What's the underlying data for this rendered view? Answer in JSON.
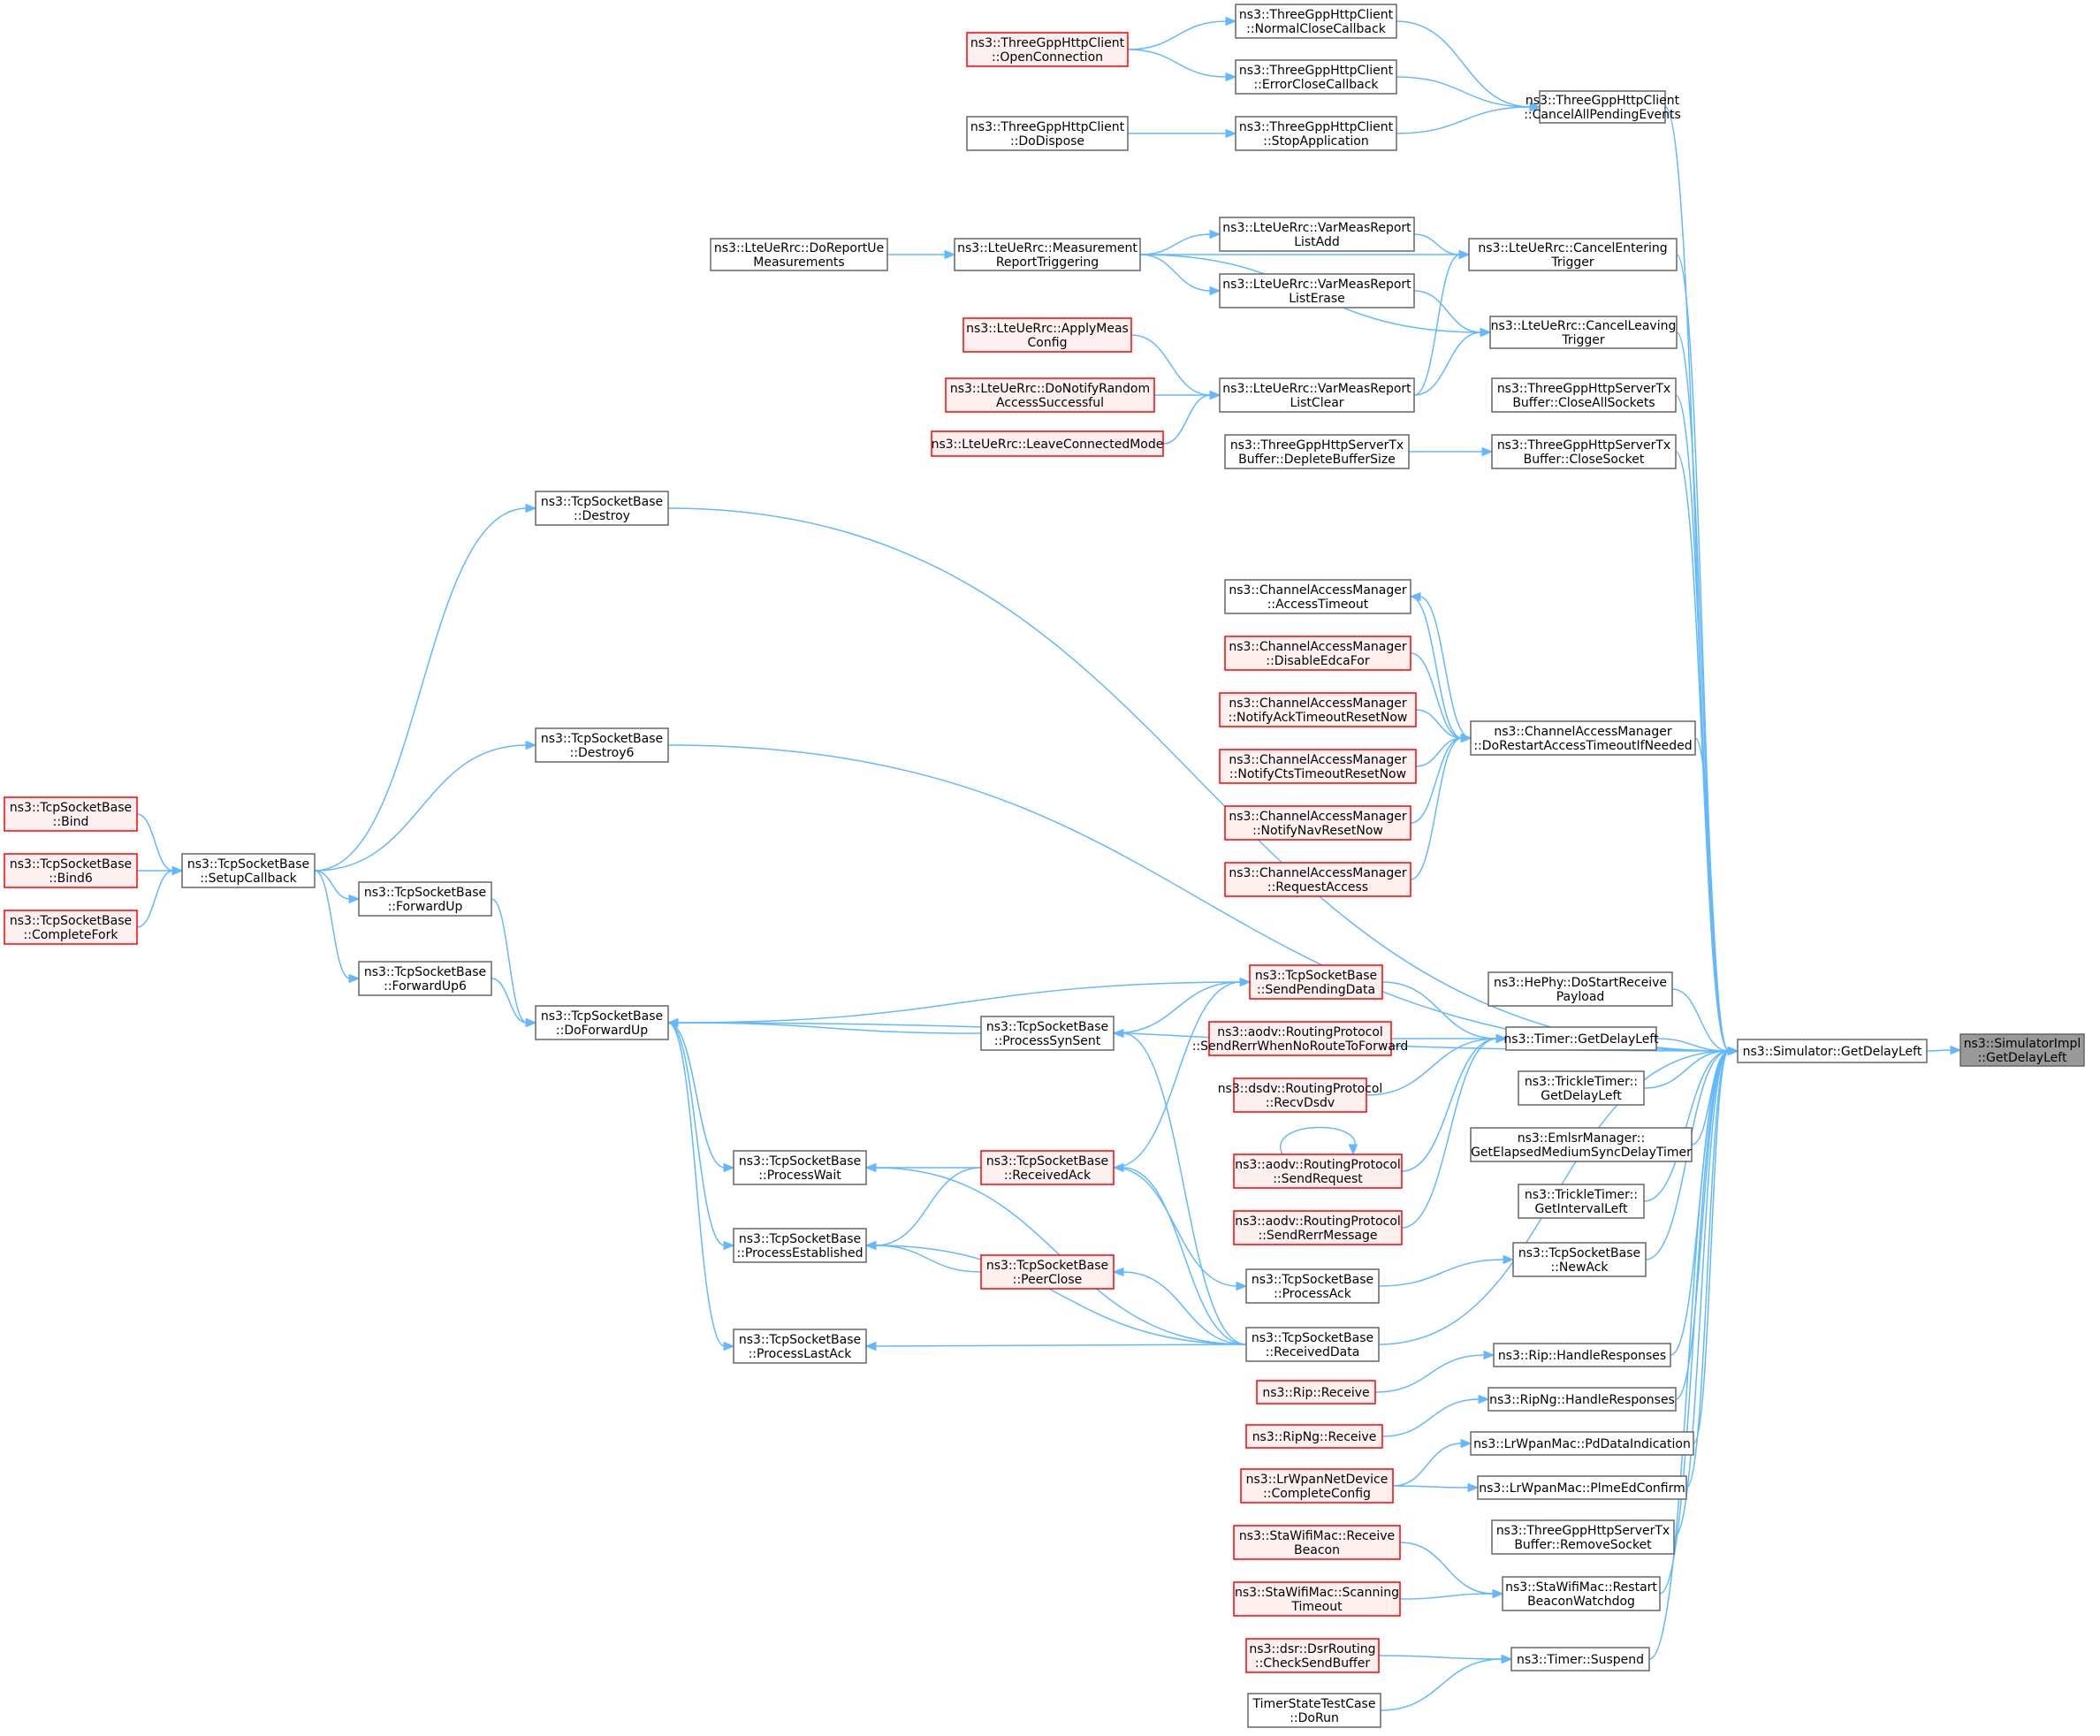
{
  "colors": {
    "edge": "#63b8ff",
    "node_border": "#666666",
    "node_fill": "#ffffff",
    "truncated_border": "#ff0000",
    "truncated_fill": "#fff0f0",
    "root_fill": "#999999"
  },
  "nodes": [
    {
      "id": "root",
      "lines": [
        "ns3::SimulatorImpl",
        "::GetDelayLeft"
      ],
      "style": "root"
    },
    {
      "id": "sim",
      "lines": [
        "ns3::Simulator::GetDelayLeft"
      ],
      "style": "normal"
    },
    {
      "id": "cape",
      "lines": [
        "ns3::ThreeGppHttpClient",
        "::CancelAllPendingEvents"
      ],
      "style": "normal"
    },
    {
      "id": "ncc",
      "lines": [
        "ns3::ThreeGppHttpClient",
        "::NormalCloseCallback"
      ],
      "style": "normal"
    },
    {
      "id": "ecc",
      "lines": [
        "ns3::ThreeGppHttpClient",
        "::ErrorCloseCallback"
      ],
      "style": "normal"
    },
    {
      "id": "sapp",
      "lines": [
        "ns3::ThreeGppHttpClient",
        "::StopApplication"
      ],
      "style": "normal"
    },
    {
      "id": "oconn",
      "lines": [
        "ns3::ThreeGppHttpClient",
        "::OpenConnection"
      ],
      "style": "red"
    },
    {
      "id": "dodisp",
      "lines": [
        "ns3::ThreeGppHttpClient",
        "::DoDispose"
      ],
      "style": "normal"
    },
    {
      "id": "cet",
      "lines": [
        "ns3::LteUeRrc::CancelEntering",
        "Trigger"
      ],
      "style": "normal"
    },
    {
      "id": "clt",
      "lines": [
        "ns3::LteUeRrc::CancelLeaving",
        "Trigger"
      ],
      "style": "normal"
    },
    {
      "id": "vadd",
      "lines": [
        "ns3::LteUeRrc::VarMeasReport",
        "ListAdd"
      ],
      "style": "normal"
    },
    {
      "id": "verase",
      "lines": [
        "ns3::LteUeRrc::VarMeasReport",
        "ListErase"
      ],
      "style": "normal"
    },
    {
      "id": "vclear",
      "lines": [
        "ns3::LteUeRrc::VarMeasReport",
        "ListClear"
      ],
      "style": "normal"
    },
    {
      "id": "mrt",
      "lines": [
        "ns3::LteUeRrc::Measurement",
        "ReportTriggering"
      ],
      "style": "normal"
    },
    {
      "id": "drum",
      "lines": [
        "ns3::LteUeRrc::DoReportUe",
        "Measurements"
      ],
      "style": "normal"
    },
    {
      "id": "amc",
      "lines": [
        "ns3::LteUeRrc::ApplyMeas",
        "Config"
      ],
      "style": "red"
    },
    {
      "id": "dnras",
      "lines": [
        "ns3::LteUeRrc::DoNotifyRandom",
        "AccessSuccessful"
      ],
      "style": "red"
    },
    {
      "id": "lcm",
      "lines": [
        "ns3::LteUeRrc::LeaveConnectedMode"
      ],
      "style": "red"
    },
    {
      "id": "cas",
      "lines": [
        "ns3::ThreeGppHttpServerTx",
        "Buffer::CloseAllSockets"
      ],
      "style": "normal"
    },
    {
      "id": "cs",
      "lines": [
        "ns3::ThreeGppHttpServerTx",
        "Buffer::CloseSocket"
      ],
      "style": "normal"
    },
    {
      "id": "dbs",
      "lines": [
        "ns3::ThreeGppHttpServerTx",
        "Buffer::DepleteBufferSize"
      ],
      "style": "normal"
    },
    {
      "id": "destroy",
      "lines": [
        "ns3::TcpSocketBase",
        "::Destroy"
      ],
      "style": "normal"
    },
    {
      "id": "destroy6",
      "lines": [
        "ns3::TcpSocketBase",
        "::Destroy6"
      ],
      "style": "normal"
    },
    {
      "id": "cam_ato",
      "lines": [
        "ns3::ChannelAccessManager",
        "::AccessTimeout"
      ],
      "style": "normal"
    },
    {
      "id": "cam_def",
      "lines": [
        "ns3::ChannelAccessManager",
        "::DisableEdcaFor"
      ],
      "style": "red"
    },
    {
      "id": "cam_nat",
      "lines": [
        "ns3::ChannelAccessManager",
        "::NotifyAckTimeoutResetNow"
      ],
      "style": "red"
    },
    {
      "id": "cam_nct",
      "lines": [
        "ns3::ChannelAccessManager",
        "::NotifyCtsTimeoutResetNow"
      ],
      "style": "red"
    },
    {
      "id": "cam_nnr",
      "lines": [
        "ns3::ChannelAccessManager",
        "::NotifyNavResetNow"
      ],
      "style": "red"
    },
    {
      "id": "cam_ra",
      "lines": [
        "ns3::ChannelAccessManager",
        "::RequestAccess"
      ],
      "style": "red"
    },
    {
      "id": "cam_drat",
      "lines": [
        "ns3::ChannelAccessManager",
        "::DoRestartAccessTimeoutIfNeeded"
      ],
      "style": "normal"
    },
    {
      "id": "bind",
      "lines": [
        "ns3::TcpSocketBase",
        "::Bind"
      ],
      "style": "red"
    },
    {
      "id": "bind6",
      "lines": [
        "ns3::TcpSocketBase",
        "::Bind6"
      ],
      "style": "red"
    },
    {
      "id": "cfork",
      "lines": [
        "ns3::TcpSocketBase",
        "::CompleteFork"
      ],
      "style": "red"
    },
    {
      "id": "setupcb",
      "lines": [
        "ns3::TcpSocketBase",
        "::SetupCallback"
      ],
      "style": "normal"
    },
    {
      "id": "fwdup",
      "lines": [
        "ns3::TcpSocketBase",
        "::ForwardUp"
      ],
      "style": "normal"
    },
    {
      "id": "fwdup6",
      "lines": [
        "ns3::TcpSocketBase",
        "::ForwardUp6"
      ],
      "style": "normal"
    },
    {
      "id": "dofwdup",
      "lines": [
        "ns3::TcpSocketBase",
        "::DoForwardUp"
      ],
      "style": "normal"
    },
    {
      "id": "spd",
      "lines": [
        "ns3::TcpSocketBase",
        "::SendPendingData"
      ],
      "style": "red"
    },
    {
      "id": "pss",
      "lines": [
        "ns3::TcpSocketBase",
        "::ProcessSynSent"
      ],
      "style": "normal"
    },
    {
      "id": "pwait",
      "lines": [
        "ns3::TcpSocketBase",
        "::ProcessWait"
      ],
      "style": "normal"
    },
    {
      "id": "pest",
      "lines": [
        "ns3::TcpSocketBase",
        "::ProcessEstablished"
      ],
      "style": "normal"
    },
    {
      "id": "plack",
      "lines": [
        "ns3::TcpSocketBase",
        "::ProcessLastAck"
      ],
      "style": "normal"
    },
    {
      "id": "rack",
      "lines": [
        "ns3::TcpSocketBase",
        "::ReceivedAck"
      ],
      "style": "red"
    },
    {
      "id": "pclose",
      "lines": [
        "ns3::TcpSocketBase",
        "::PeerClose"
      ],
      "style": "red"
    },
    {
      "id": "pack",
      "lines": [
        "ns3::TcpSocketBase",
        "::ProcessAck"
      ],
      "style": "normal"
    },
    {
      "id": "rdata",
      "lines": [
        "ns3::TcpSocketBase",
        "::ReceivedData"
      ],
      "style": "normal"
    },
    {
      "id": "newack",
      "lines": [
        "ns3::TcpSocketBase",
        "::NewAck"
      ],
      "style": "normal"
    },
    {
      "id": "hephy",
      "lines": [
        "ns3::HePhy::DoStartReceive",
        "Payload"
      ],
      "style": "normal"
    },
    {
      "id": "tgdl",
      "lines": [
        "ns3::Timer::GetDelayLeft"
      ],
      "style": "normal"
    },
    {
      "id": "srwnr",
      "lines": [
        "ns3::aodv::RoutingProtocol",
        "::SendRerrWhenNoRouteToForward"
      ],
      "style": "red"
    },
    {
      "id": "rdsdv",
      "lines": [
        "ns3::dsdv::RoutingProtocol",
        "::RecvDsdv"
      ],
      "style": "red"
    },
    {
      "id": "sreq",
      "lines": [
        "ns3::aodv::RoutingProtocol",
        "::SendRequest"
      ],
      "style": "red"
    },
    {
      "id": "srm",
      "lines": [
        "ns3::aodv::RoutingProtocol",
        "::SendRerrMessage"
      ],
      "style": "red"
    },
    {
      "id": "ttgdl",
      "lines": [
        "ns3::TrickleTimer::",
        "GetDelayLeft"
      ],
      "style": "normal"
    },
    {
      "id": "emlsr",
      "lines": [
        "ns3::EmlsrManager::",
        "GetElapsedMediumSyncDelayTimer"
      ],
      "style": "normal"
    },
    {
      "id": "ttgil",
      "lines": [
        "ns3::TrickleTimer::",
        "GetIntervalLeft"
      ],
      "style": "normal"
    },
    {
      "id": "riphr",
      "lines": [
        "ns3::Rip::HandleResponses"
      ],
      "style": "normal"
    },
    {
      "id": "riprecv",
      "lines": [
        "ns3::Rip::Receive"
      ],
      "style": "red"
    },
    {
      "id": "ripnghr",
      "lines": [
        "ns3::RipNg::HandleResponses"
      ],
      "style": "normal"
    },
    {
      "id": "ripngrecv",
      "lines": [
        "ns3::RipNg::Receive"
      ],
      "style": "red"
    },
    {
      "id": "pddi",
      "lines": [
        "ns3::LrWpanMac::PdDataIndication"
      ],
      "style": "normal"
    },
    {
      "id": "lrcc",
      "lines": [
        "ns3::LrWpanNetDevice",
        "::CompleteConfig"
      ],
      "style": "red"
    },
    {
      "id": "pedc",
      "lines": [
        "ns3::LrWpanMac::PlmeEdConfirm"
      ],
      "style": "normal"
    },
    {
      "id": "rsock",
      "lines": [
        "ns3::ThreeGppHttpServerTx",
        "Buffer::RemoveSocket"
      ],
      "style": "normal"
    },
    {
      "id": "srb",
      "lines": [
        "ns3::StaWifiMac::Receive",
        "Beacon"
      ],
      "style": "red"
    },
    {
      "id": "sst",
      "lines": [
        "ns3::StaWifiMac::Scanning",
        "Timeout"
      ],
      "style": "red"
    },
    {
      "id": "srbw",
      "lines": [
        "ns3::StaWifiMac::Restart",
        "BeaconWatchdog"
      ],
      "style": "normal"
    },
    {
      "id": "dsrcsb",
      "lines": [
        "ns3::dsr::DsrRouting",
        "::CheckSendBuffer"
      ],
      "style": "red"
    },
    {
      "id": "tsus",
      "lines": [
        "ns3::Timer::Suspend"
      ],
      "style": "normal"
    },
    {
      "id": "tstc",
      "lines": [
        "TimerStateTestCase",
        "::DoRun"
      ],
      "style": "normal"
    }
  ],
  "edges": [
    [
      "sim",
      "root"
    ],
    [
      "cape",
      "sim"
    ],
    [
      "ncc",
      "cape"
    ],
    [
      "ecc",
      "cape"
    ],
    [
      "sapp",
      "cape"
    ],
    [
      "oconn",
      "ncc"
    ],
    [
      "oconn",
      "ecc"
    ],
    [
      "dodisp",
      "sapp"
    ],
    [
      "cet",
      "sim"
    ],
    [
      "clt",
      "sim"
    ],
    [
      "vadd",
      "cet"
    ],
    [
      "mrt",
      "cet"
    ],
    [
      "vclear",
      "cet"
    ],
    [
      "verase",
      "clt"
    ],
    [
      "mrt",
      "clt"
    ],
    [
      "vclear",
      "clt"
    ],
    [
      "mrt",
      "vadd"
    ],
    [
      "mrt",
      "verase"
    ],
    [
      "drum",
      "mrt"
    ],
    [
      "amc",
      "vclear"
    ],
    [
      "dnras",
      "vclear"
    ],
    [
      "lcm",
      "vclear"
    ],
    [
      "cas",
      "sim"
    ],
    [
      "cs",
      "sim"
    ],
    [
      "dbs",
      "cs"
    ],
    [
      "destroy",
      "sim"
    ],
    [
      "destroy6",
      "sim"
    ],
    [
      "setupcb",
      "destroy"
    ],
    [
      "setupcb",
      "destroy6"
    ],
    [
      "bind",
      "setupcb"
    ],
    [
      "bind6",
      "setupcb"
    ],
    [
      "cfork",
      "setupcb"
    ],
    [
      "setupcb",
      "fwdup"
    ],
    [
      "setupcb",
      "fwdup6"
    ],
    [
      "fwdup",
      "dofwdup"
    ],
    [
      "fwdup6",
      "dofwdup"
    ],
    [
      "cam_drat",
      "sim"
    ],
    [
      "cam_drat",
      "cam_ato"
    ],
    [
      "cam_ato",
      "cam_drat"
    ],
    [
      "cam_def",
      "cam_drat"
    ],
    [
      "cam_nat",
      "cam_drat"
    ],
    [
      "cam_nct",
      "cam_drat"
    ],
    [
      "cam_nnr",
      "cam_drat"
    ],
    [
      "cam_ra",
      "cam_drat"
    ],
    [
      "dofwdup",
      "sim"
    ],
    [
      "spd",
      "dofwdup"
    ],
    [
      "pss",
      "dofwdup"
    ],
    [
      "dofwdup",
      "pwait"
    ],
    [
      "dofwdup",
      "pest"
    ],
    [
      "dofwdup",
      "plack"
    ],
    [
      "pss",
      "spd"
    ],
    [
      "rack",
      "spd"
    ],
    [
      "spd",
      "tgdl"
    ],
    [
      "rack",
      "pwait"
    ],
    [
      "rack",
      "pest"
    ],
    [
      "rack",
      "pack"
    ],
    [
      "pclose",
      "pest"
    ],
    [
      "rdata",
      "pest"
    ],
    [
      "rdata",
      "plack"
    ],
    [
      "rdata",
      "pclose"
    ],
    [
      "rdata",
      "rack"
    ],
    [
      "rdata",
      "pwait"
    ],
    [
      "rdata",
      "pss"
    ],
    [
      "pack",
      "newack"
    ],
    [
      "newack",
      "sim"
    ],
    [
      "rdata",
      "sim"
    ],
    [
      "hephy",
      "sim"
    ],
    [
      "tgdl",
      "sim"
    ],
    [
      "srwnr",
      "tgdl"
    ],
    [
      "rdsdv",
      "tgdl"
    ],
    [
      "sreq",
      "tgdl"
    ],
    [
      "srm",
      "tgdl"
    ],
    [
      "sreq",
      "sreq"
    ],
    [
      "ttgdl",
      "sim"
    ],
    [
      "emlsr",
      "sim"
    ],
    [
      "ttgil",
      "sim"
    ],
    [
      "riphr",
      "sim"
    ],
    [
      "riprecv",
      "riphr"
    ],
    [
      "ripnghr",
      "sim"
    ],
    [
      "ripngrecv",
      "ripnghr"
    ],
    [
      "pddi",
      "sim"
    ],
    [
      "pedc",
      "sim"
    ],
    [
      "lrcc",
      "pddi"
    ],
    [
      "lrcc",
      "pedc"
    ],
    [
      "rsock",
      "sim"
    ],
    [
      "srbw",
      "sim"
    ],
    [
      "srb",
      "srbw"
    ],
    [
      "sst",
      "srbw"
    ],
    [
      "tsus",
      "sim"
    ],
    [
      "dsrcsb",
      "tsus"
    ],
    [
      "tstc",
      "tsus"
    ]
  ]
}
